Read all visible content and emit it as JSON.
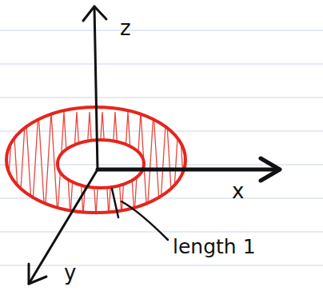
{
  "diagram": {
    "labels": [
      "z",
      "x",
      "length 1",
      "y"
    ]
  }
}
